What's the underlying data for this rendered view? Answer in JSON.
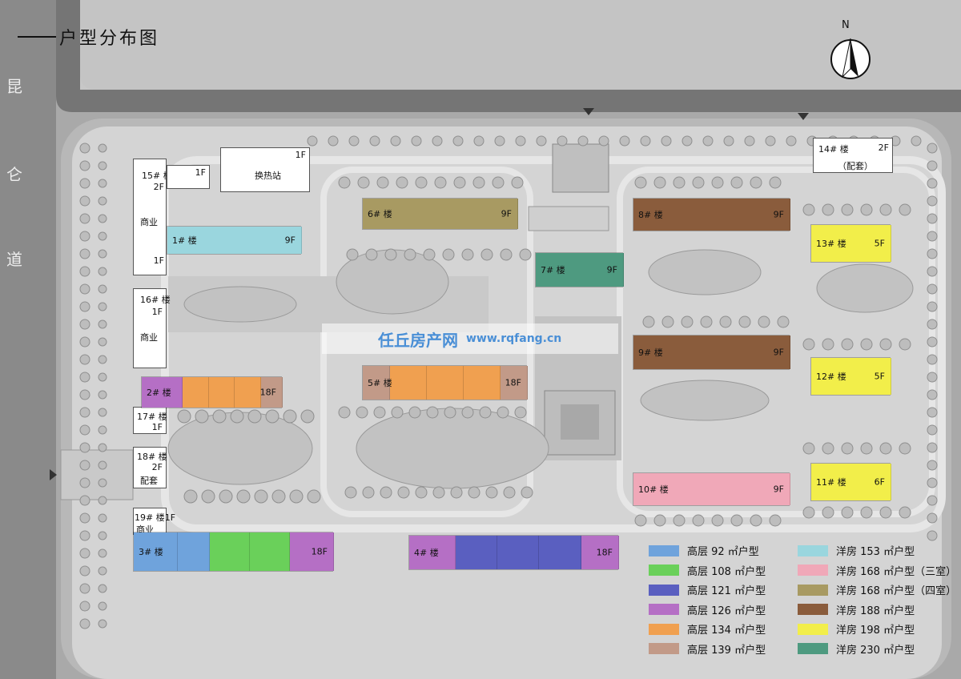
{
  "title": "户型分布图",
  "road_name": [
    "昆",
    "仑",
    "道"
  ],
  "compass": {
    "label": "N"
  },
  "colors": {
    "background": "#a9a9a9",
    "road": "#757575",
    "site": "#d6d6d6",
    "tree": "#bdbdbd"
  },
  "service_buildings": {
    "heat_station": {
      "name": "换热站",
      "floors": "1F"
    },
    "b14": {
      "name": "14# 楼",
      "floors": "2F",
      "note": "（配套）"
    },
    "b15": {
      "name": "15# 楼",
      "floors_a": "1F",
      "floors_b": "2F",
      "use": "商业",
      "floors_c": "1F"
    },
    "b16": {
      "name": "16# 楼",
      "floors": "1F",
      "use": "商业"
    },
    "b17": {
      "name": "17# 楼",
      "floors": "1F"
    },
    "b18": {
      "name": "18# 楼",
      "floors": "2F",
      "use": "配套"
    },
    "b19": {
      "name": "19# 楼1F",
      "use": "商业"
    }
  },
  "buildings": [
    {
      "id": "b1",
      "name": "1# 楼",
      "floors": "9F",
      "segments": [
        "#9ad6de"
      ]
    },
    {
      "id": "b2",
      "name": "2# 楼",
      "floors": "18F",
      "segments": [
        "#b56fc5",
        "#f0a050",
        "#f0a050",
        "#f0a050",
        "#c29a88"
      ]
    },
    {
      "id": "b3",
      "name": "3# 楼",
      "floors": "18F",
      "segments": [
        "#6fa3dc",
        "#6fa3dc",
        "#6ad05a",
        "#6ad05a",
        "#b56fc5"
      ]
    },
    {
      "id": "b4",
      "name": "4# 楼",
      "floors": "18F",
      "segments": [
        "#b56fc5",
        "#5a5fc0",
        "#5a5fc0",
        "#5a5fc0",
        "#b56fc5"
      ]
    },
    {
      "id": "b5",
      "name": "5# 楼",
      "floors": "18F",
      "segments": [
        "#c29a88",
        "#f0a050",
        "#f0a050",
        "#f0a050",
        "#c29a88"
      ]
    },
    {
      "id": "b6",
      "name": "6# 楼",
      "floors": "9F",
      "segments": [
        "#a89a62"
      ]
    },
    {
      "id": "b7",
      "name": "7# 楼",
      "floors": "9F",
      "segments": [
        "#4e9a80"
      ]
    },
    {
      "id": "b8",
      "name": "8# 楼",
      "floors": "9F",
      "segments": [
        "#8a5c3c"
      ]
    },
    {
      "id": "b9",
      "name": "9# 楼",
      "floors": "9F",
      "segments": [
        "#8a5c3c"
      ]
    },
    {
      "id": "b10",
      "name": "10# 楼",
      "floors": "9F",
      "segments": [
        "#f0a8b8"
      ]
    },
    {
      "id": "b11",
      "name": "11# 楼",
      "floors": "6F",
      "segments": [
        "#f2ee4a"
      ]
    },
    {
      "id": "b12",
      "name": "12# 楼",
      "floors": "5F",
      "segments": [
        "#f2ee4a"
      ]
    },
    {
      "id": "b13",
      "name": "13# 楼",
      "floors": "5F",
      "segments": [
        "#f2ee4a"
      ]
    }
  ],
  "watermark": {
    "cn": "任丘房产网",
    "en": "www.rqfang.cn"
  },
  "legend": [
    {
      "label": "高层 92 ㎡户型",
      "color": "#6fa3dc"
    },
    {
      "label": "高层 108 ㎡户型",
      "color": "#6ad05a"
    },
    {
      "label": "高层 121 ㎡户型",
      "color": "#5a5fc0"
    },
    {
      "label": "高层 126 ㎡户型",
      "color": "#b56fc5"
    },
    {
      "label": "高层 134 ㎡户型",
      "color": "#f0a050"
    },
    {
      "label": "高层 139 ㎡户型",
      "color": "#c29a88"
    },
    {
      "label": "洋房 153 ㎡户型",
      "color": "#9ad6de"
    },
    {
      "label": "洋房 168 ㎡户型（三室）",
      "color": "#f0a8b8"
    },
    {
      "label": "洋房 168 ㎡户型（四室）",
      "color": "#a89a62"
    },
    {
      "label": "洋房 188 ㎡户型",
      "color": "#8a5c3c"
    },
    {
      "label": "洋房 198 ㎡户型",
      "color": "#f2ee4a"
    },
    {
      "label": "洋房 230 ㎡户型",
      "color": "#4e9a80"
    }
  ]
}
